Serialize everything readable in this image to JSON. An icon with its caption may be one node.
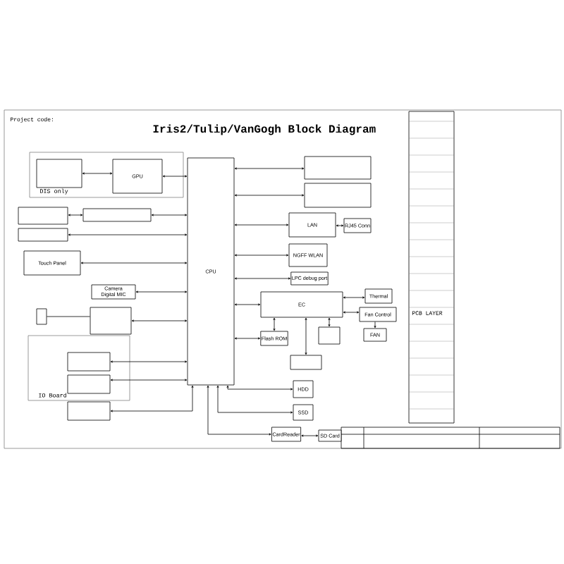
{
  "diagram": {
    "title": "Iris2/Tulip/VanGogh Block Diagram",
    "nodes": [
      {
        "text": [
          "DIS only"
        ]
      },
      {
        "text": [],
        "shape": "box",
        "in": 0
      },
      {
        "text": [
          "GPU"
        ],
        "in": 0
      },
      {
        "text": [
          "CPU"
        ]
      },
      {
        "text": [],
        "shape": "box"
      },
      {
        "text": [],
        "shape": "box"
      },
      {
        "text": [
          "LAN"
        ]
      },
      {
        "text": [
          "RJ45 Conn"
        ]
      },
      {
        "text": [],
        "shape": "box"
      },
      {
        "text": [],
        "shape": "box"
      },
      {
        "text": [],
        "shape": "box"
      },
      {
        "text": [
          "Touch Panel"
        ]
      },
      {
        "text": [
          "Camera",
          "Digital MIC"
        ]
      },
      {
        "text": [],
        "shape": "box"
      },
      {
        "text": [],
        "shape": "box"
      },
      {
        "text": [
          "IO Board"
        ]
      },
      {
        "text": [],
        "shape": "box",
        "in": 15
      },
      {
        "text": [],
        "shape": "box",
        "in": 15
      },
      {
        "text": [],
        "shape": "box"
      },
      {
        "text": [
          "NGFF WLAN"
        ]
      },
      {
        "text": [
          "LPC debug port"
        ]
      },
      {
        "text": [
          "EC"
        ]
      },
      {
        "text": [
          "Thermal"
        ]
      },
      {
        "text": [
          "Fan Control"
        ]
      },
      {
        "text": [
          "FAN"
        ]
      },
      {
        "text": [],
        "shape": "box"
      },
      {
        "text": [
          "Flash ROM"
        ]
      },
      {
        "text": [],
        "shape": "box"
      },
      {
        "text": [
          "HDD"
        ]
      },
      {
        "text": [
          "SSD"
        ]
      },
      {
        "text": [
          "CardReader"
        ]
      },
      {
        "text": [
          "SD Card"
        ]
      }
    ],
    "edges": [
      {
        "from": 1,
        "to": 2,
        "arrow": "both"
      },
      {
        "from": 2,
        "to": 3,
        "arrow": "both"
      },
      {
        "from": 3,
        "to": 4,
        "arrow": "both"
      },
      {
        "from": 3,
        "to": 5,
        "arrow": "both"
      },
      {
        "from": 3,
        "to": 6,
        "arrow": "both"
      },
      {
        "from": 6,
        "to": 7,
        "arrow": "both"
      },
      {
        "from": 9,
        "to": 8,
        "arrow": "both"
      },
      {
        "from": 8,
        "to": 3,
        "arrow": "both"
      },
      {
        "from": 10,
        "to": 3,
        "arrow": "both"
      },
      {
        "from": 11,
        "to": 3,
        "arrow": "both"
      },
      {
        "from": 12,
        "to": 3,
        "arrow": "both"
      },
      {
        "from": 13,
        "to": 14,
        "arrow": "none"
      },
      {
        "from": 14,
        "to": 3,
        "arrow": "both"
      },
      {
        "from": 16,
        "to": 3,
        "arrow": "both"
      },
      {
        "from": 17,
        "to": 3,
        "arrow": "both"
      },
      {
        "from": 18,
        "to": 3,
        "arrow": "both"
      },
      {
        "from": 3,
        "to": 19,
        "arrow": "both"
      },
      {
        "from": 3,
        "to": 20,
        "arrow": "both"
      },
      {
        "from": 3,
        "to": 21,
        "arrow": "both"
      },
      {
        "from": 21,
        "to": 22,
        "arrow": "both"
      },
      {
        "from": 21,
        "to": 23,
        "arrow": "both"
      },
      {
        "from": 23,
        "to": 24,
        "arrow": "to"
      },
      {
        "from": 21,
        "to": 25,
        "arrow": "both"
      },
      {
        "from": 21,
        "to": 26,
        "arrow": "both"
      },
      {
        "from": 21,
        "to": 27,
        "arrow": "both"
      },
      {
        "from": 3,
        "to": 26,
        "arrow": "both"
      },
      {
        "from": 3,
        "to": 28,
        "arrow": "both"
      },
      {
        "from": 3,
        "to": 29,
        "arrow": "both"
      },
      {
        "from": 3,
        "to": 30,
        "arrow": "both"
      },
      {
        "from": 30,
        "to": 31,
        "arrow": "both"
      }
    ],
    "labels": [
      "Project code:",
      "PCB LAYER"
    ]
  }
}
